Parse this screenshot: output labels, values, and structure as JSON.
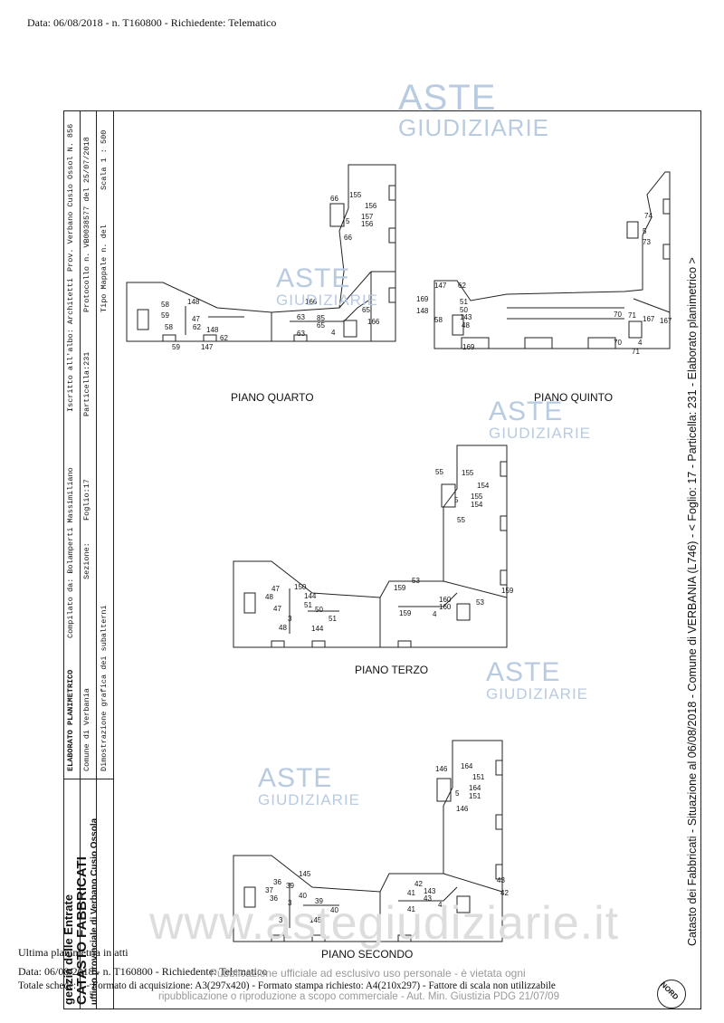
{
  "header": {
    "text": "Data: 06/08/2018 - n. T160800 - Richiedente: Telematico"
  },
  "title_block": {
    "agency_line1": "genzia delle Entrate",
    "agency_line2": "CATASTO FABBRICATI",
    "agency_line3": "ufficio provinciale di Verbano Cusio Ossola",
    "elaborato": "ELABORATO PLANIMETRICO",
    "compilato": "Compilato da: Bolamperti Massimiliano",
    "iscritto": "Iscritto all'albo: Architetti",
    "prov": "Prov. Verbano Cusio Ossol N. 856",
    "comune": "Comune di Verbania",
    "sezione": "Sezione:",
    "foglio": "Foglio:17",
    "particella": "Particella:231",
    "protocollo": "Protocollo n.  VB0038577  del  25/07/2018",
    "dimostrazione": "Dimostrazione grafica dei subalterni",
    "tipo_mappale": "Tipo Mappale n.        del",
    "scala": "Scala 1 : 500"
  },
  "right_strip": "Catasto dei Fabbricati - Situazione al 06/08/2018 - Comune di VERBANIA (L746) - < Foglio: 17 - Particella: 231 - Elaborato planimetrico >",
  "floors": {
    "quarto": "PIANO QUARTO",
    "quinto": "PIANO QUINTO",
    "terzo": "PIANO TERZO",
    "secondo": "PIANO SECONDO"
  },
  "watermarks": {
    "aste": "ASTE",
    "giudiziarie": "GIUDIZIARIE",
    "url": "www.astegiudiziarie.it"
  },
  "footer": {
    "line1": "Ultima planimetria in atti",
    "line2": "Data: 06/08/2018 - n. T160800 - Richiedente: Telematico",
    "line3": "Totale schede: 1 - Formato di acquisizione: A3(297x420) - Formato stampa richiesto: A4(210x297) - Fattore di scala non utilizzabile",
    "disclaimer1": "Pubblicazione ufficiale ad esclusivo uso personale - è vietata ogni",
    "disclaimer2": "ripubblicazione o riproduzione a scopo commerciale - Aut. Min. Giustizia PDG 21/07/09"
  },
  "north": "NORD",
  "plan_labels": {
    "quarto": [
      "66",
      "155",
      "156",
      "157",
      "156",
      "5",
      "66",
      "58",
      "148",
      "59",
      "47",
      "58",
      "62",
      "148",
      "62",
      "59",
      "147",
      "166",
      "63",
      "85",
      "65",
      "65",
      "63",
      "4",
      "166"
    ],
    "quinto": [
      "74",
      "5",
      "73",
      "147",
      "62",
      "169",
      "51",
      "148",
      "50",
      "143",
      "58",
      "48",
      "169",
      "70",
      "71",
      "167",
      "167",
      "70",
      "4",
      "71"
    ],
    "terzo": [
      "55",
      "155",
      "154",
      "5",
      "155",
      "154",
      "55",
      "47",
      "150",
      "144",
      "48",
      "47",
      "51",
      "50",
      "3",
      "51",
      "48",
      "144",
      "53",
      "159",
      "160",
      "159",
      "160",
      "53",
      "159",
      "4"
    ],
    "secondo": [
      "146",
      "164",
      "151",
      "5",
      "164",
      "151",
      "146",
      "145",
      "36",
      "39",
      "37",
      "36",
      "40",
      "39",
      "3",
      "40",
      "37",
      "145",
      "42",
      "43",
      "41",
      "143",
      "43",
      "41",
      "4",
      "42"
    ]
  }
}
